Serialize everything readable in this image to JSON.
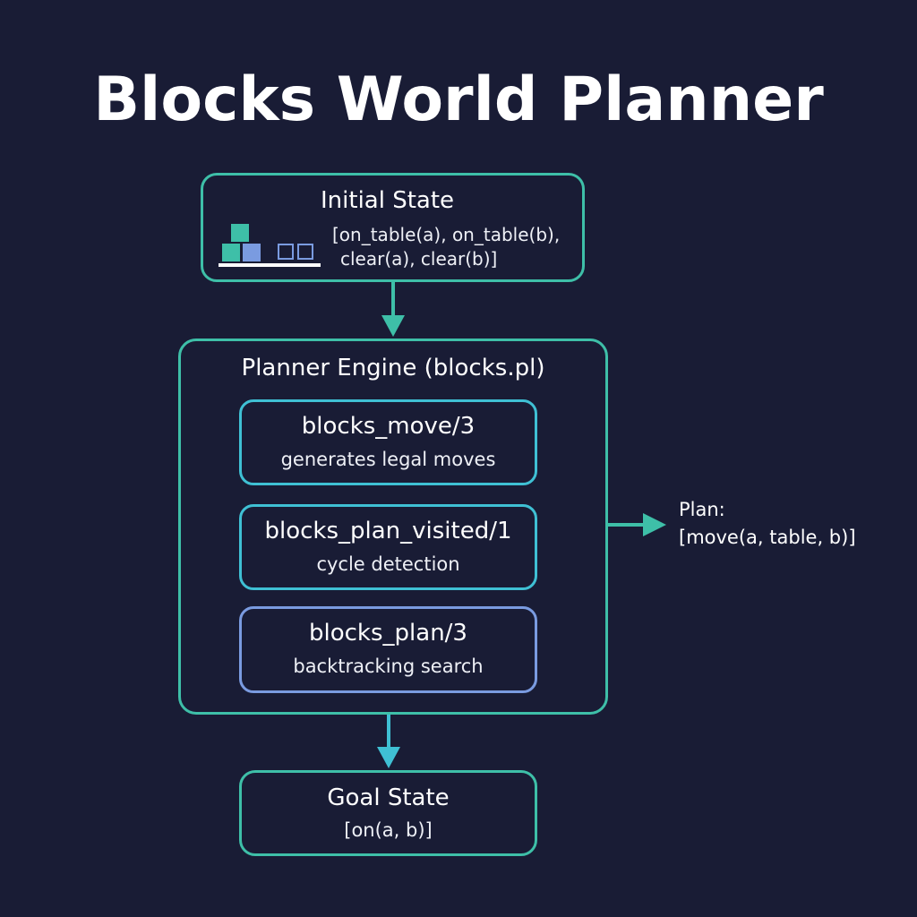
{
  "title": "Blocks World Planner",
  "initial_state": {
    "title": "Initial State",
    "line1": "[on_table(a), on_table(b),",
    "line2": "clear(a), clear(b)]"
  },
  "planner_engine": {
    "title": "Planner Engine (blocks.pl)",
    "components": [
      {
        "name": "blocks_move/3",
        "description": "generates legal moves"
      },
      {
        "name": "blocks_plan_visited/1",
        "description": "cycle detection"
      },
      {
        "name": "blocks_plan/3",
        "description": "backtracking search"
      }
    ]
  },
  "goal_state": {
    "title": "Goal State",
    "value": "[on(a, b)]"
  },
  "output": {
    "label": "Plan:",
    "value": "[move(a, table, b)]"
  },
  "colors": {
    "background": "#191c35",
    "teal": "#3ebfa8",
    "cyan": "#3fc0d4",
    "periwinkle": "#7a9be0",
    "text": "#ffffff"
  }
}
